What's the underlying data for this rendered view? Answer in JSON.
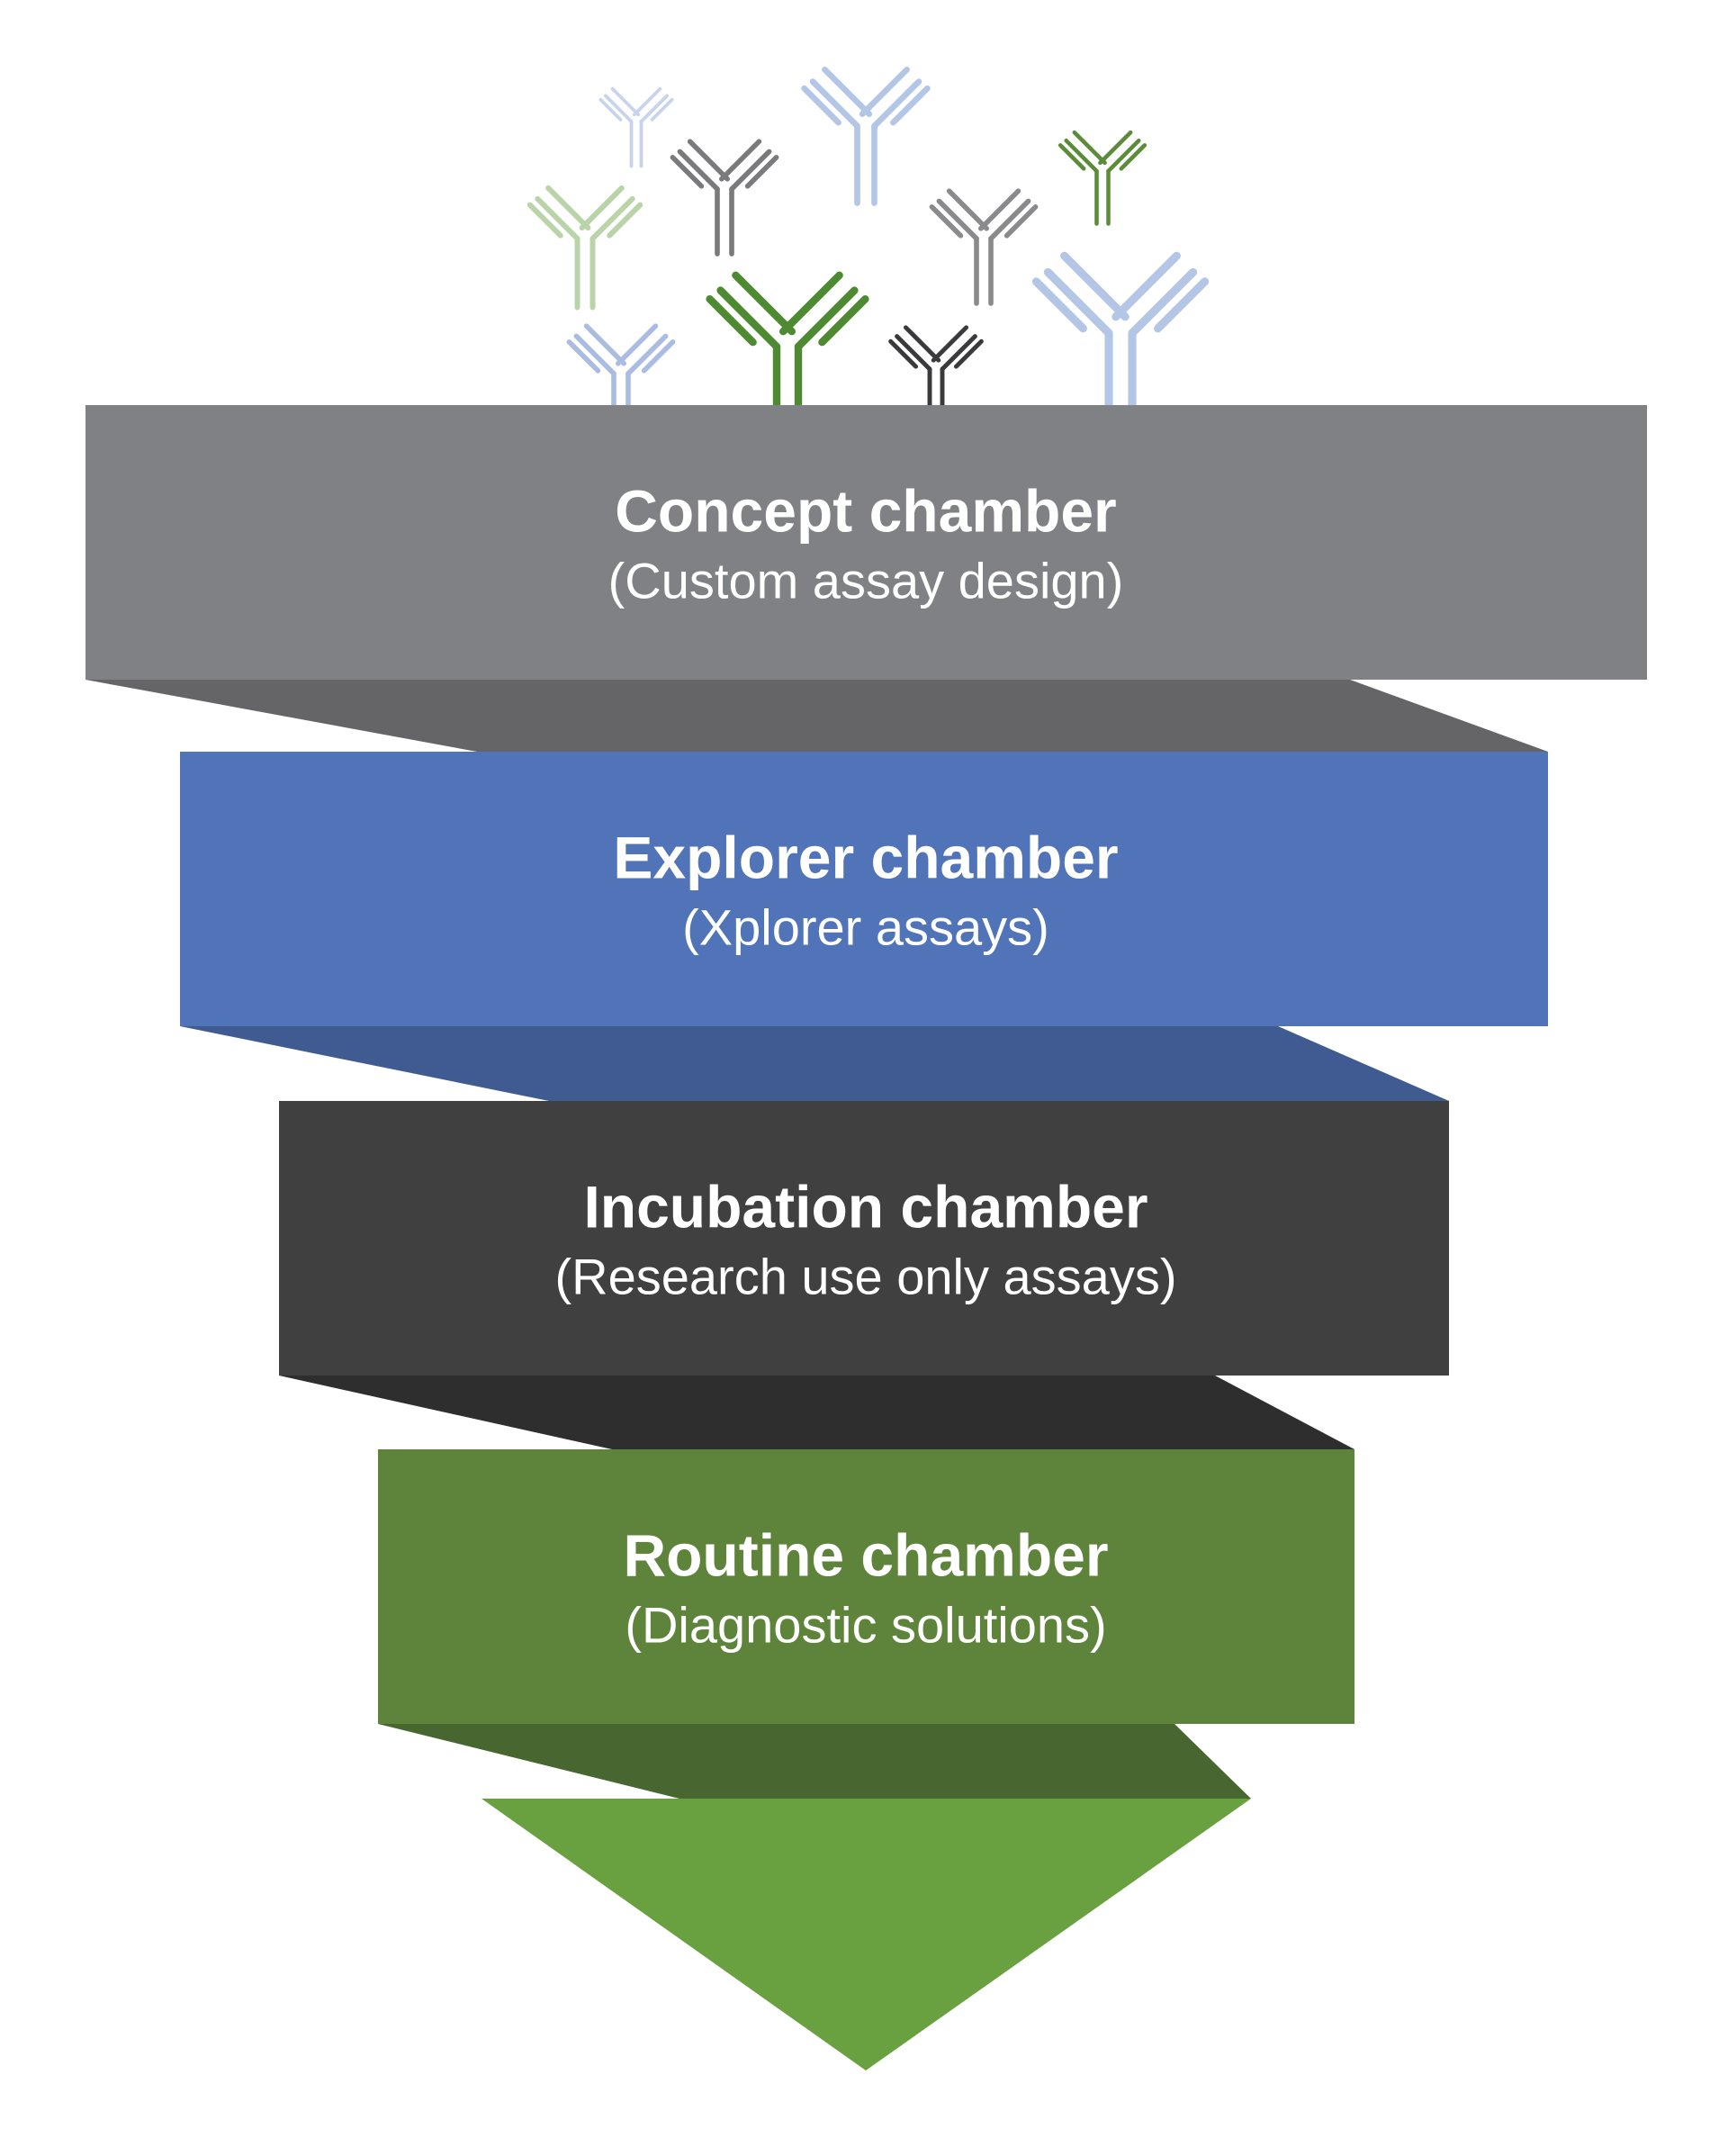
{
  "diagram": {
    "type": "funnel",
    "stages": [
      {
        "title": "Concept chamber",
        "subtitle": "(Custom assay design)",
        "color": "#808184",
        "fold_color": "#656568"
      },
      {
        "title": "Explorer chamber",
        "subtitle": "(Xplorer assays)",
        "color": "#5174b8",
        "fold_color": "#405b91"
      },
      {
        "title": "Incubation chamber",
        "subtitle": "(Research use only assays)",
        "color": "#404041",
        "fold_color": "#2e2e2f"
      },
      {
        "title": "Routine chamber",
        "subtitle": "(Diagnostic solutions)",
        "color": "#5e843c",
        "fold_color": "#476630"
      }
    ],
    "tip": {
      "color": "#69a040"
    },
    "antibody_icons": [
      {
        "name": "antibody-icon-1",
        "color": "#c8d4ec"
      },
      {
        "name": "antibody-icon-2",
        "color": "#b4c6e6"
      },
      {
        "name": "antibody-icon-3",
        "color": "#7a7a7c"
      },
      {
        "name": "antibody-icon-4",
        "color": "#5c8c3a"
      },
      {
        "name": "antibody-icon-5",
        "color": "#b8d4a8"
      },
      {
        "name": "antibody-icon-6",
        "color": "#8a8a8c"
      },
      {
        "name": "antibody-icon-7",
        "color": "#b4c6e6"
      },
      {
        "name": "antibody-icon-8",
        "color": "#aabce2"
      },
      {
        "name": "antibody-icon-9",
        "color": "#4e8a32"
      },
      {
        "name": "antibody-icon-10",
        "color": "#3a3a3c"
      }
    ]
  }
}
